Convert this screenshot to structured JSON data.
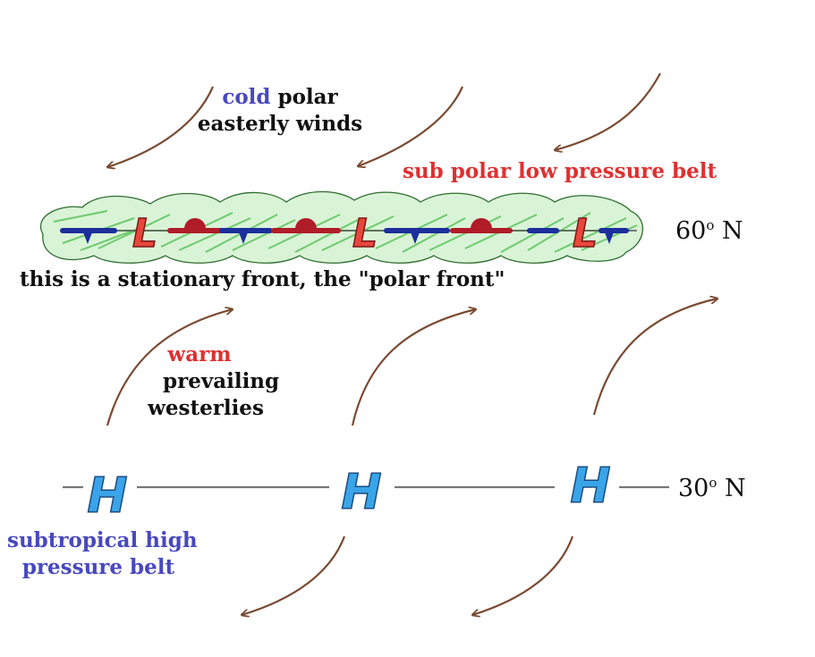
{
  "colors": {
    "arrow": "#7a4a32",
    "blue_text": "#4848c0",
    "red_text": "#e03030",
    "cloud_green": "#5cc45c",
    "cloud_outline": "#2f6e2f",
    "front_blue": "#1c2f9c",
    "front_red": "#b01c28",
    "low_fill": "#e8473a",
    "high_fill": "#3aa4e8",
    "line_gray": "#777777"
  },
  "labels": {
    "polar_cold": "cold",
    "polar_rest": " polar",
    "polar_line2": "easterly winds",
    "subpolar_low": "sub polar low pressure belt",
    "lat60": "60",
    "lat60_sup": "o",
    "lat60_dir": " N",
    "polar_front": "this is a stationary front, the \"polar front\"",
    "west_warm": "warm",
    "west_line2": "prevailing",
    "west_line3": "westerlies",
    "lat30": "30",
    "lat30_sup": "o",
    "lat30_dir": " N",
    "subtrop_line1": "subtropical high",
    "subtrop_line2": "pressure belt"
  },
  "low_letters": [
    "L",
    "L",
    "L"
  ],
  "high_letters": [
    "H",
    "H",
    "H"
  ],
  "icons": {
    "easterly_arrows": "curved-arrow-icon",
    "westerly_arrows": "curved-arrow-icon",
    "equatorward_arrows": "curved-arrow-icon"
  }
}
